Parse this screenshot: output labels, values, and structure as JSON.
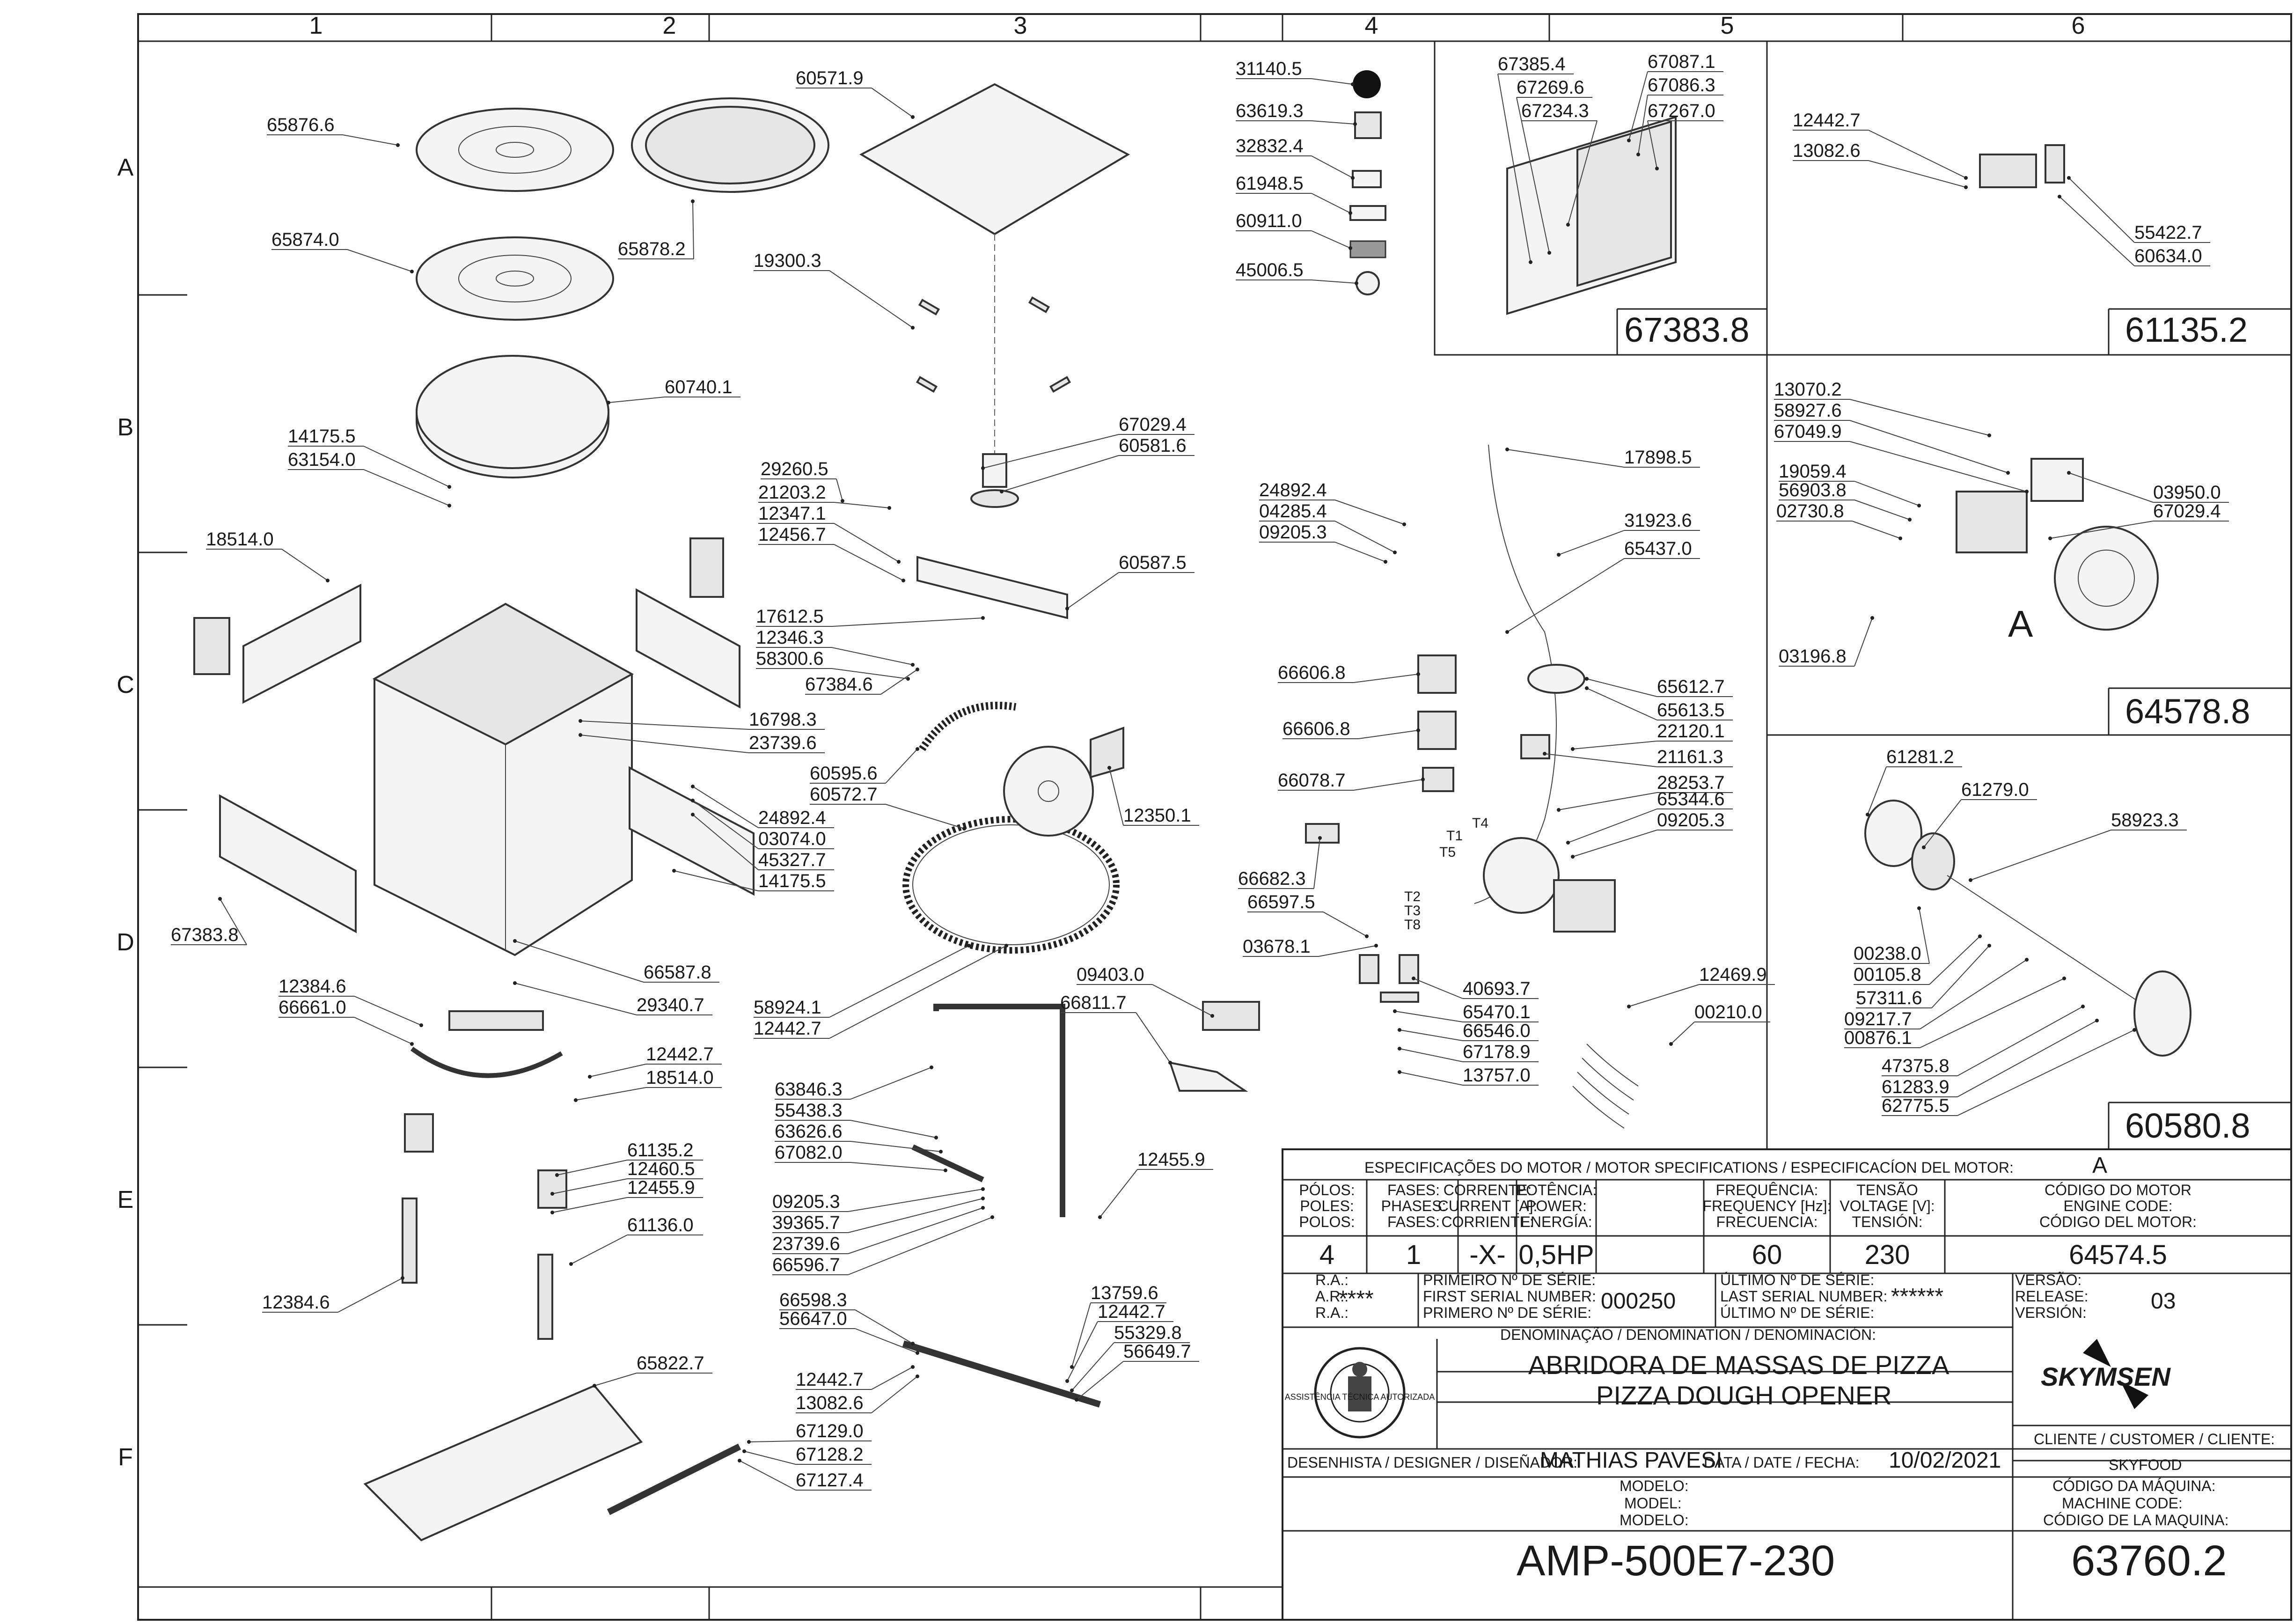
{
  "grid": {
    "columns": [
      "1",
      "2",
      "3",
      "4",
      "5",
      "6"
    ],
    "rows": [
      "A",
      "B",
      "C",
      "D",
      "E",
      "F"
    ]
  },
  "callouts": [
    "65876.6",
    "65878.2",
    "65874.0",
    "60571.9",
    "19300.3",
    "60740.1",
    "14175.5",
    "63154.0",
    "18514.0",
    "29260.5",
    "21203.2",
    "12347.1",
    "12456.7",
    "67029.4",
    "60581.6",
    "60587.5",
    "17612.5",
    "12346.3",
    "58300.6",
    "67384.6",
    "16798.3",
    "23739.6",
    "60595.6",
    "60572.7",
    "24892.4",
    "03074.0",
    "45327.7",
    "14175.5",
    "12350.1",
    "67383.8",
    "66587.8",
    "29340.7",
    "12384.6",
    "66661.0",
    "12442.7",
    "18514.0",
    "58924.1",
    "12442.7",
    "09403.0",
    "66811.7",
    "63846.3",
    "55438.3",
    "63626.6",
    "67082.0",
    "09205.3",
    "39365.7",
    "23739.6",
    "66596.7",
    "12455.9",
    "61135.2",
    "12460.5",
    "12455.9",
    "61136.0",
    "12384.6",
    "66598.3",
    "56647.0",
    "13759.6",
    "12442.7",
    "55329.8",
    "56649.7",
    "12442.7",
    "13082.6",
    "67129.0",
    "67128.2",
    "67127.4",
    "65822.7",
    "31140.5",
    "63619.3",
    "32832.4",
    "61948.5",
    "60911.0",
    "45006.5",
    "67385.4",
    "67269.6",
    "67234.3",
    "67087.1",
    "67086.3",
    "67267.0",
    "12442.7",
    "13082.6",
    "55422.7",
    "60634.0",
    "24892.4",
    "04285.4",
    "09205.3",
    "17898.5",
    "31923.6",
    "65437.0",
    "66606.8",
    "66606.8",
    "66078.7",
    "65612.7",
    "65613.5",
    "22120.1",
    "21161.3",
    "28253.7",
    "65344.6",
    "09205.3",
    "66682.3",
    "66597.5",
    "03678.1",
    "40693.7",
    "65470.1",
    "66546.0",
    "67178.9",
    "13757.0",
    "12469.9",
    "00210.0",
    "13070.2",
    "58927.6",
    "67049.9",
    "19059.4",
    "56903.8",
    "02730.8",
    "03950.0",
    "67029.4",
    "03196.8",
    "61281.2",
    "61279.0",
    "58923.3",
    "00238.0",
    "00105.8",
    "57311.6",
    "09217.7",
    "00876.1",
    "47375.8",
    "61283.9",
    "62775.5"
  ],
  "wire_labels": [
    "T1",
    "T2",
    "T3",
    "T4",
    "T5",
    "T8"
  ],
  "detail_letter": "A",
  "assembly_codes": [
    "67383.8",
    "61135.2",
    "64578.8",
    "60580.8"
  ],
  "motor_spec": {
    "header": "ESPECIFICAÇÕES DO MOTOR / MOTOR SPECIFICATIONS / ESPECIFICACÍON DEL MOTOR:",
    "header_value": "A",
    "col_heads": [
      [
        "PÓLOS:",
        "POLES:",
        "POLOS:"
      ],
      [
        "FASES:",
        "PHASES:",
        "FASES:"
      ],
      [
        "CORRENTE:",
        "CURRENT [A]:",
        "CORRIENTE:"
      ],
      [
        "POTÊNCIA:",
        "POWER:",
        "ENERGÍA:"
      ],
      [
        "FREQUÊNCIA:",
        "FREQUENCY [Hz]:",
        "FRECUENCIA:"
      ],
      [
        "TENSÃO",
        "VOLTAGE [V]:",
        "TENSIÓN:"
      ],
      [
        "CÓDIGO DO MOTOR",
        "ENGINE CODE:",
        "CÓDIGO DEL MOTOR:"
      ]
    ],
    "values": [
      "4",
      "1",
      "-X-",
      "0,5HP",
      "60",
      "230",
      "64574.5"
    ]
  },
  "title_block": {
    "ra_labels": [
      "R.A.:",
      "A.R.:",
      "R.A.:"
    ],
    "ra_value": "****",
    "first_serial_labels": [
      "PRIMEIRO Nº DE SÉRIE:",
      "FIRST SERIAL NUMBER:",
      "PRIMERO Nº DE SÉRIE:"
    ],
    "first_serial": "000250",
    "last_serial_labels": [
      "ÚLTIMO Nº DE SÉRIE:",
      "LAST SERIAL NUMBER:",
      "ÚLTIMO Nº DE SÉRIE:"
    ],
    "last_serial": "******",
    "version_labels": [
      "VERSÃO:",
      "RELEASE:",
      "VERSIÓN:"
    ],
    "version": "03",
    "denomination_label": "DENOMINAÇÃO / DENOMINATION / DENOMINACIÓN:",
    "denomination_pt": "ABRIDORA DE MASSAS DE PIZZA",
    "denomination_en": "PIZZA DOUGH OPENER",
    "brand": "SKYMSEN",
    "stamp_text": "ASSISTÊNCIA TÉCNICA AUTORIZADA",
    "customer_label": "CLIENTE / CUSTOMER / CLIENTE:",
    "customer": "SKYFOOD",
    "designer_label": "DESENHISTA / DESIGNER / DISEÑADOR:",
    "designer": "MATHIAS PAVESI",
    "date_label": "DATA / DATE / FECHA:",
    "date": "10/02/2021",
    "model_labels": [
      "MODELO:",
      "MODEL:",
      "MODELO:"
    ],
    "model": "AMP-500E7-230",
    "machine_code_labels": [
      "CÓDIGO DA MÁQUINA:",
      "MACHINE CODE:",
      "CÓDIGO DE LA MAQUINA:"
    ],
    "machine_code": "63760.2"
  }
}
